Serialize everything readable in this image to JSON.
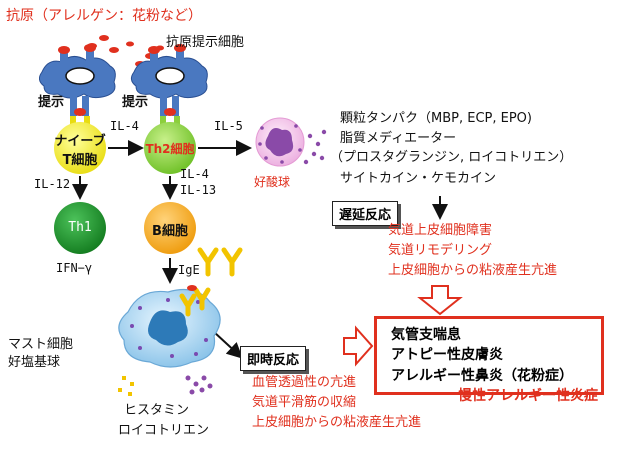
{
  "title": "抗原（アレルゲン：花粉など）",
  "labels": {
    "apc": "抗原提示細胞",
    "present1": "提示",
    "present2": "提示",
    "naive_1": "ナイーブ",
    "naive_2": "T細胞",
    "th2": "Th2細胞",
    "th1": "Th1",
    "bcell": "B細胞",
    "eosinophil": "好酸球",
    "mast_1": "マスト細胞",
    "mast_2": "好塩基球",
    "histamine": "ヒスタミン",
    "leukotriene": "ロイコトリエン",
    "ifn": "IFN−γ",
    "ige": "IgE"
  },
  "cytokines": {
    "il4_top": "IL-4",
    "il5": "IL-5",
    "il12": "IL-12",
    "il4_bottom": "IL-4",
    "il13": "IL-13"
  },
  "eos_products": [
    "顆粒タンパク（MBP, ECP, EPO)",
    "脂質メディエーター",
    "（プロスタグランジン, ロイコトリエン）",
    "サイトカイン・ケモカイン"
  ],
  "late": {
    "label": "遅延反応",
    "effects": [
      "気道上皮細胞障害",
      "気道リモデリング",
      "上皮細胞からの粘液産生亢進"
    ]
  },
  "immediate": {
    "label": "即時反応",
    "effects": [
      "血管透過性の亢進",
      "気道平滑筋の収縮",
      "上皮細胞からの粘液産生亢進"
    ]
  },
  "diseases": [
    "気管支喘息",
    "アトピー性皮膚炎",
    "アレルギー性鼻炎（花粉症）"
  ],
  "chronic": "慢性アレルギー性炎症",
  "colors": {
    "red": "#e0301e",
    "apc_blue": "#4a78c0",
    "naive_yellow": "#f0e830",
    "th2_green": "#8ccf3c",
    "th1_green": "#1f8a2a",
    "bcell_orange": "#f4a81a",
    "ige_yellow": "#f2c400",
    "mast_blue": "#a8d4ee",
    "eos_pink": "#f4b8e8",
    "eos_purple": "#8a4aa8"
  }
}
